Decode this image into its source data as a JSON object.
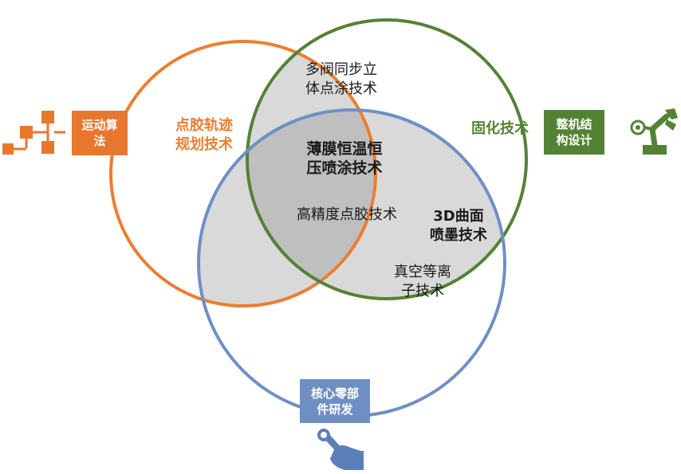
{
  "circles": [
    {
      "name": "点胶轨迹规划技术",
      "color": "#ed7d31"
    },
    {
      "name": "固化技术",
      "color": "#548235"
    },
    {
      "name": "核心零部件研发",
      "color": "#6f8fc4"
    }
  ],
  "boxes": {
    "motion_algorithm": "运动算\n法",
    "machine_structure": "整机结\n构设计",
    "core_components": "核心零部\n件研发"
  },
  "labels": {
    "trajectory": "点胶轨迹\n规划技术",
    "curing": "固化技术",
    "multi_valve": "多阀同步立\n体点涂技术",
    "thin_film": "薄膜恒温恒\n压喷涂技术",
    "precision": "高精度点胶技术",
    "inkjet_3d": "3D曲面\n喷墨技术",
    "vacuum": "真空等离\n子技术"
  },
  "icons": {
    "left": "flowchart-icon",
    "right": "robot-arm-icon",
    "bottom": "wrench-hand-icon"
  },
  "colors": {
    "orange": "#ed7d31",
    "green": "#548235",
    "blue": "#6f8fc4",
    "overlap_light": "#d9d9d9",
    "overlap_dark": "#bfbfbf"
  }
}
